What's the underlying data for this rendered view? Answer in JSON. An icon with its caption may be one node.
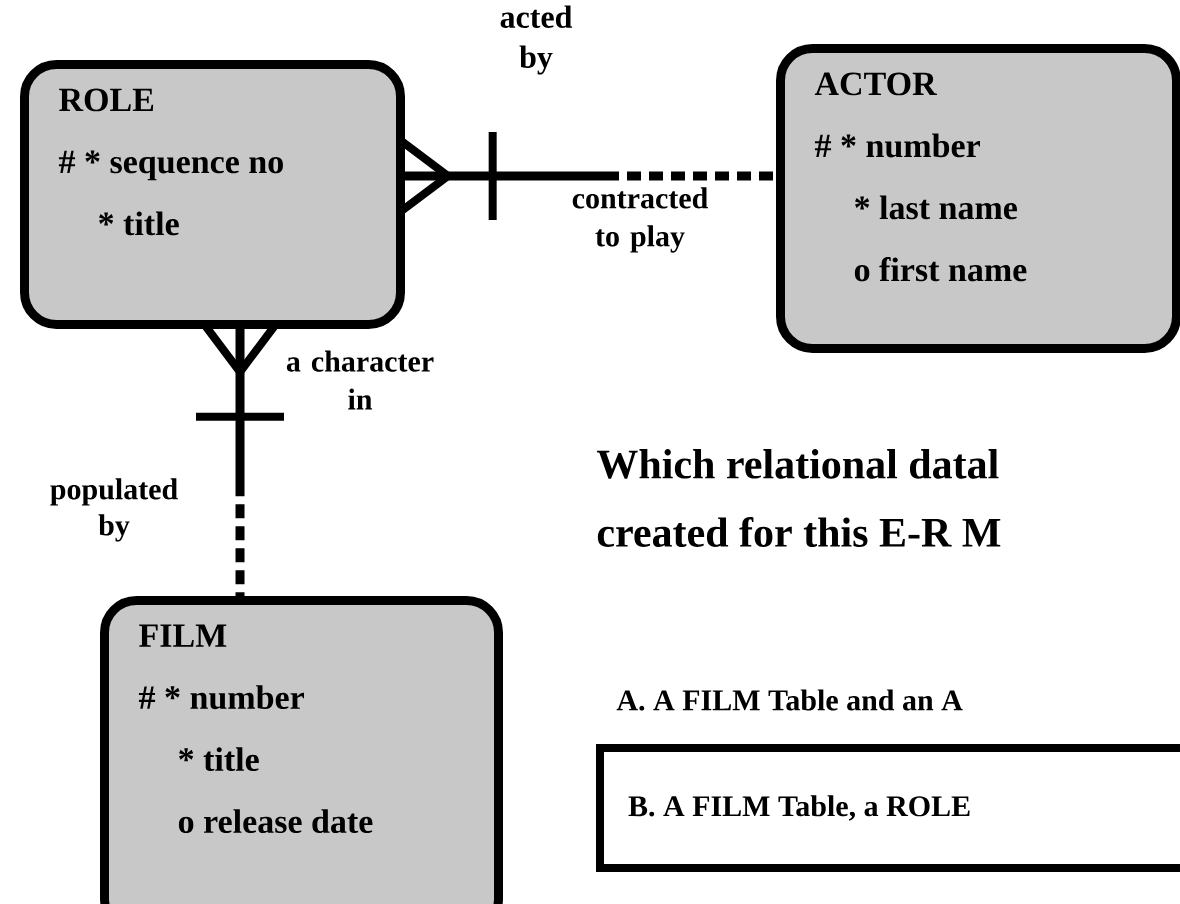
{
  "diagram": {
    "nodes": [
      {
        "text": [
          "ROLE",
          "# * sequence no",
          "* title"
        ]
      },
      {
        "text": [
          "ACTOR",
          "# * number",
          "* last name",
          "o first name"
        ]
      },
      {
        "text": [
          "FILM",
          "# * number",
          "* title",
          "o release date"
        ]
      },
      {
        "text": [
          "B. A FILM Table, a ROLE"
        ]
      }
    ],
    "edges": [
      {
        "from": 0,
        "to": 1,
        "arrow": "other",
        "label": "contracted to play"
      },
      {
        "from": 0,
        "to": 2,
        "arrow": "other",
        "label": "a character in"
      }
    ],
    "labels": [
      "acted by",
      "populated by",
      "Which relational datal",
      "created for this E-R M",
      "A. A FILM Table and an A"
    ]
  }
}
